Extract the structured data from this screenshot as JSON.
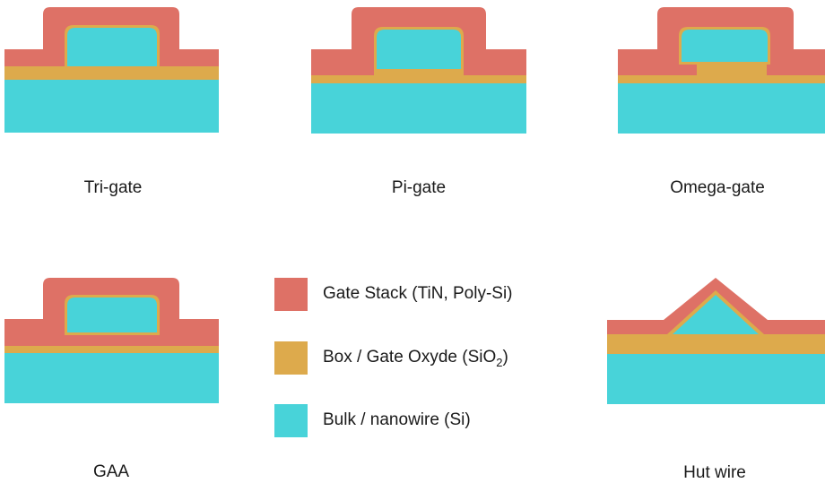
{
  "colors": {
    "gate_stack": "#DE7166",
    "oxide": "#DDAA4C",
    "silicon": "#48D3D9"
  },
  "panels": [
    {
      "id": "tri-gate",
      "caption": "Tri-gate"
    },
    {
      "id": "pi-gate",
      "caption": "Pi-gate"
    },
    {
      "id": "omega-gate",
      "caption": "Omega-gate"
    },
    {
      "id": "gaa",
      "caption": "GAA"
    },
    {
      "id": "hut-wire",
      "caption": "Hut wire"
    }
  ],
  "legend": {
    "gate_stack": "Gate Stack (TiN, Poly-Si)",
    "oxide_prefix": "Box / Gate Oxyde (SiO",
    "oxide_subscript": "2",
    "oxide_suffix": ")",
    "silicon": "Bulk / nanowire (Si)"
  }
}
